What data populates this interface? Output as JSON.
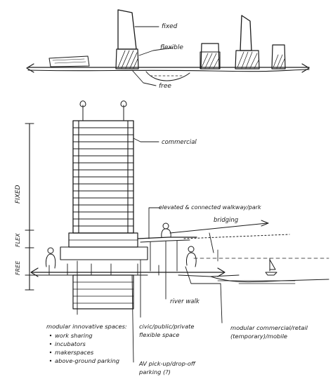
{
  "top_section": {
    "labels": {
      "fixed": "fixed",
      "flexible": "flexible",
      "free": "free"
    }
  },
  "bottom_section": {
    "vertical_labels": {
      "fixed": "FIXED",
      "flex": "FLEX",
      "free": "FREE"
    },
    "annotations": {
      "commercial": "commercial",
      "walkway": "elevated & connected walkway/park",
      "bridging": "bridging",
      "river_walk": "river walk"
    },
    "captions": {
      "modular_innovative": {
        "title_line1": "modular innovative spaces:",
        "items": [
          "work sharing",
          "incubators",
          "makerspaces",
          "above-ground parking"
        ]
      },
      "civic": {
        "line1": "civic/public/private",
        "line2": "flexible space"
      },
      "av": {
        "line1": "AV pick-up/drop-off",
        "line2": "parking (?)"
      },
      "modular_commercial": {
        "line1": "modular commercial/retail",
        "line2": "(temporary)/mobile"
      }
    }
  }
}
